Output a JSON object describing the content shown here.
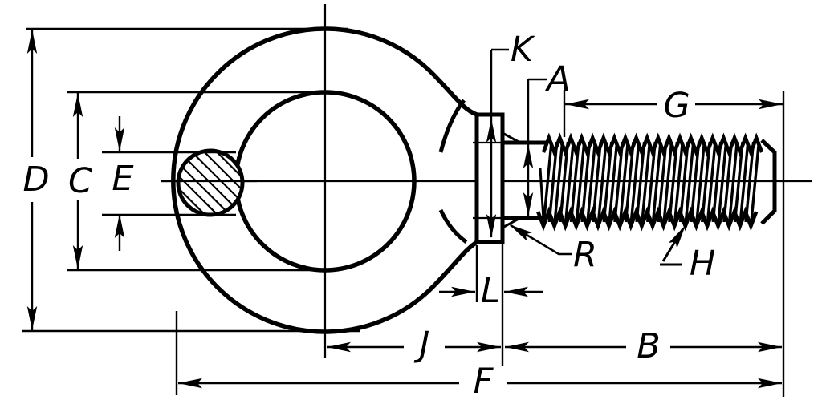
{
  "diagram": {
    "type": "technical-drawing",
    "subject": "Shoulder eye bolt side view with threaded shank and dimension callouts",
    "background_color": "#ffffff",
    "line_color": "#000000",
    "dimension_labels": {
      "D": "D",
      "C": "C",
      "E": "E",
      "K": "K",
      "A": "A",
      "G": "G",
      "R": "R",
      "H": "H",
      "L": "L",
      "J": "J",
      "B": "B",
      "F": "F"
    },
    "h_leader_marker": "angle-symbol",
    "hatch_style": "diagonal-section-hatch"
  }
}
